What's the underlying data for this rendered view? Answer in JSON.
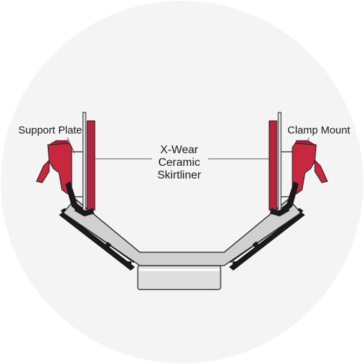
{
  "labels": {
    "support_plate": "Support Plate",
    "clamp_mount": "Clamp Mount",
    "skirtliner": [
      "X-Wear",
      "Ceramic",
      "Skirtliner"
    ]
  },
  "colors": {
    "background_circle": "#f3f3f3",
    "liner_red": "#b5243a",
    "clamp_red": "#c8283e",
    "steel_gray": "#cfcfcf",
    "idler_fill": "#e0e0e0",
    "outline": "#1a1a1a",
    "leader_line": "#555555"
  }
}
